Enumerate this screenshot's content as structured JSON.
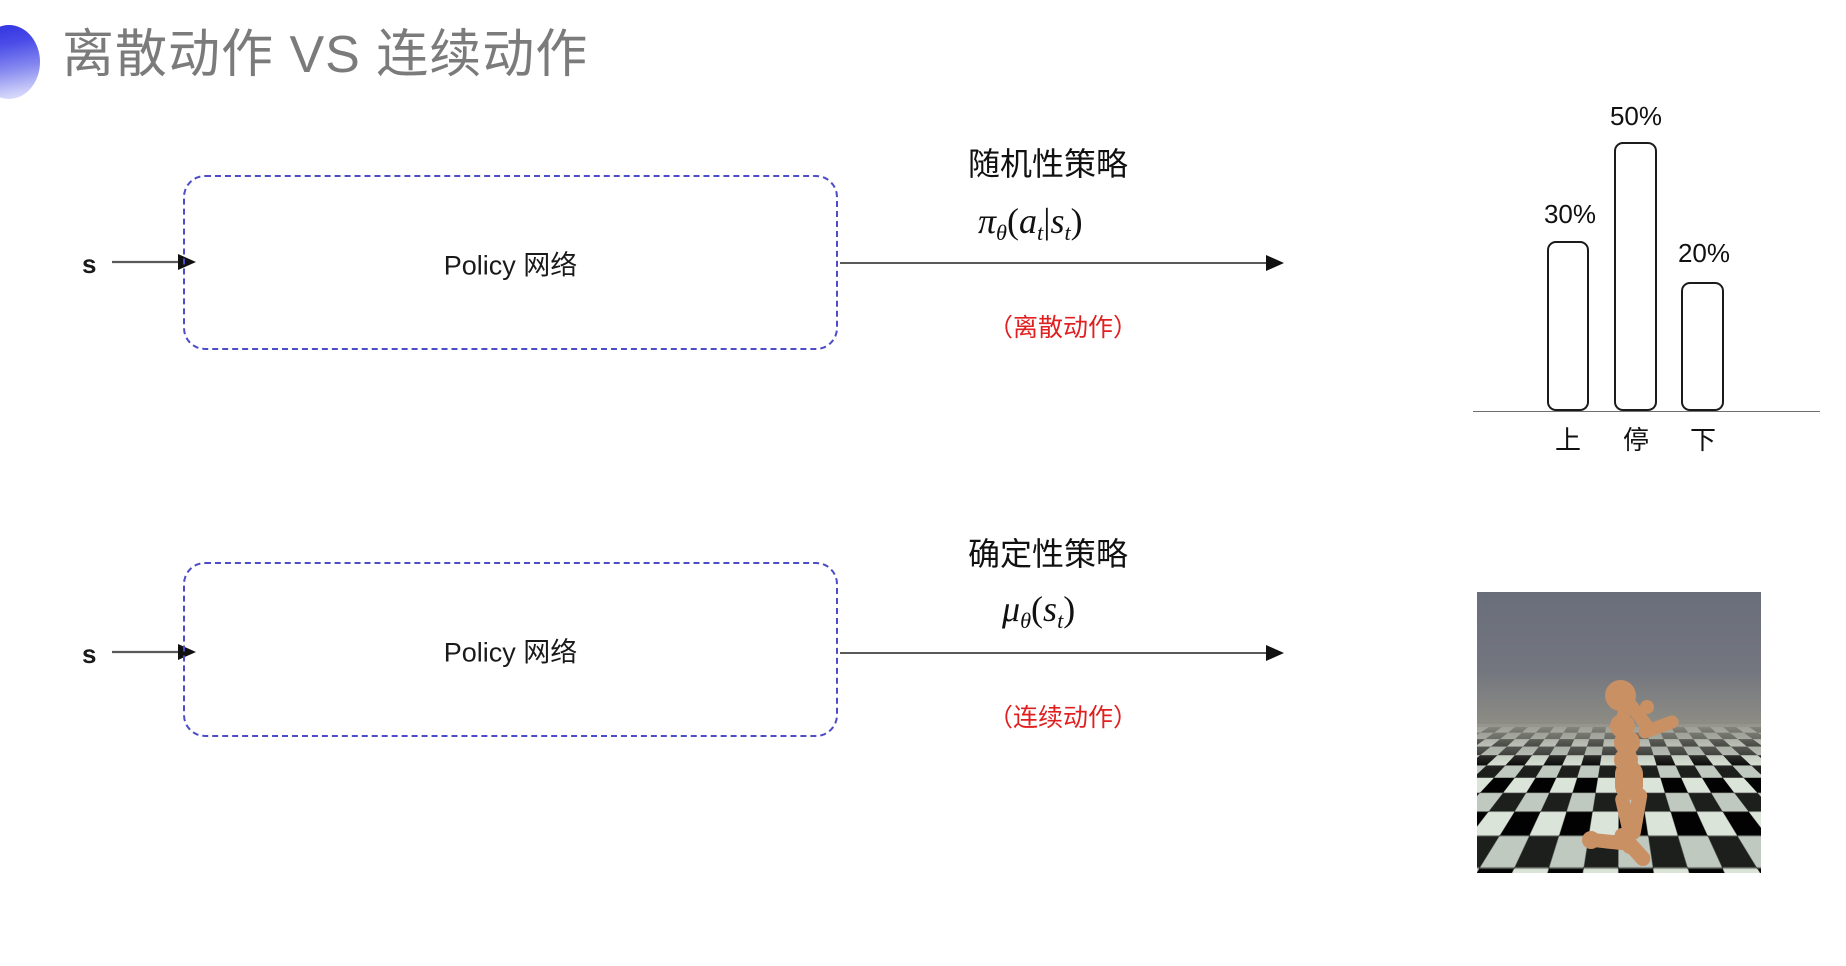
{
  "slide": {
    "title": "离散动作 VS 连续动作",
    "bullet_icon": "half-circle-gradient-icon",
    "background_color": "#ffffff",
    "title_color": "#7b7b7b",
    "accent_color": "#4d4dc8",
    "note_color": "#e02020"
  },
  "rows": [
    {
      "id": "discrete",
      "input_label": "s",
      "box_label": "Policy 网络",
      "annotation_title": "随机性策略",
      "annotation_formula": "πθ(at|st)",
      "annotation_note": "（离散动作）",
      "output_kind": "bar-chart"
    },
    {
      "id": "continuous",
      "input_label": "s",
      "box_label": "Policy 网络",
      "annotation_title": "确定性策略",
      "annotation_formula": "μθ(st)",
      "annotation_note": "（连续动作）",
      "output_kind": "humanoid-simulation-image"
    }
  ],
  "chart_data": {
    "type": "bar",
    "title": "",
    "xlabel": "",
    "ylabel": "",
    "categories": [
      "上",
      "停",
      "下"
    ],
    "values": [
      30,
      50,
      20
    ],
    "value_labels": [
      "30%",
      "50%",
      "20%"
    ],
    "ylim": [
      0,
      60
    ],
    "grid": false,
    "legend": "none",
    "bar_style": "outline",
    "bar_outline_color": "#1b1b1b",
    "axis_color": "#6f6f6f"
  },
  "sim_image": {
    "caption": "",
    "description": "humanoid-on-checkerboard-floor",
    "sky_color": "#6c707c",
    "floor_colors": [
      "#101010",
      "#e9f2e6"
    ],
    "body_color": "#c99064"
  }
}
